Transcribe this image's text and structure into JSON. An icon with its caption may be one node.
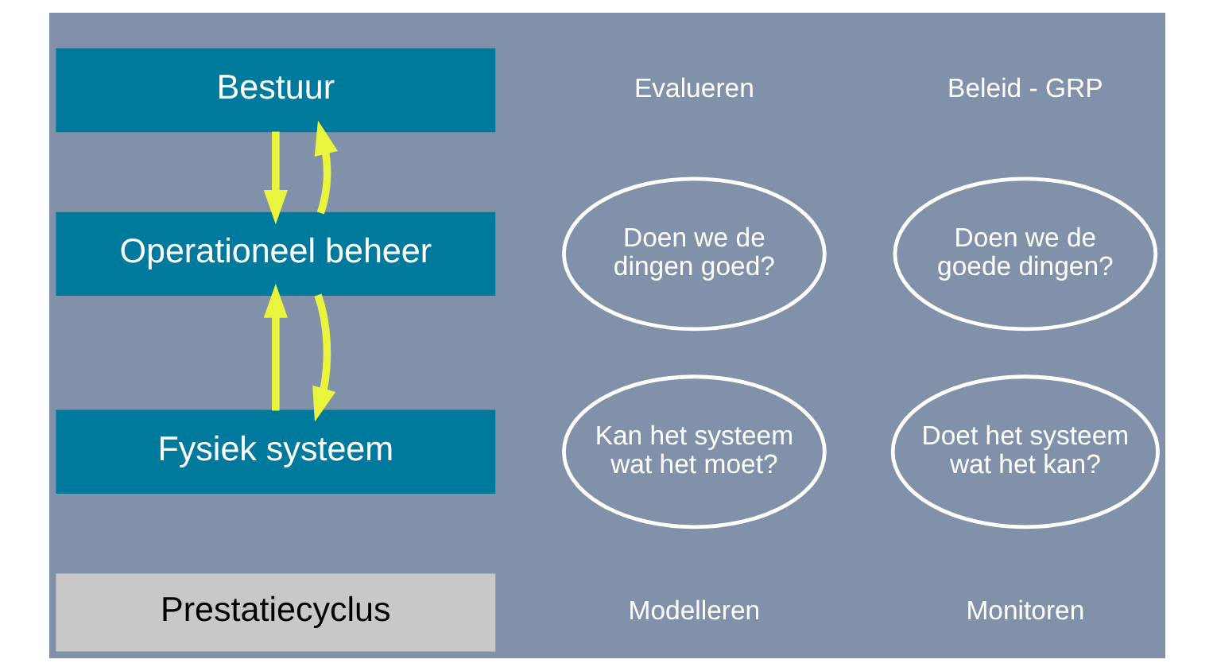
{
  "diagram": {
    "nodes": [
      {
        "text": [
          "Bestuur"
        ]
      },
      {
        "text": [
          "Operationeel beheer"
        ]
      },
      {
        "text": [
          "Fysiek systeem"
        ]
      },
      {
        "text": [
          "Prestatiecyclus"
        ]
      },
      {
        "text": [
          "Doen we de goede dingen?"
        ]
      },
      {
        "text": [
          "Doen we de dingen goed?"
        ]
      },
      {
        "text": [
          "Doet het systeem wat het kan?"
        ]
      },
      {
        "text": [
          "Kan het systeem wat het moet?"
        ]
      }
    ],
    "edges": [
      {
        "from": 0,
        "to": 1,
        "arrow": "to"
      },
      {
        "from": 1,
        "to": 0,
        "arrow": "to"
      },
      {
        "from": 2,
        "to": 1,
        "arrow": "to"
      },
      {
        "from": 1,
        "to": 2,
        "arrow": "to"
      }
    ],
    "labels": [
      "Beleid - GRP",
      "Evalueren",
      "Monitoren",
      "Modelleren"
    ]
  }
}
